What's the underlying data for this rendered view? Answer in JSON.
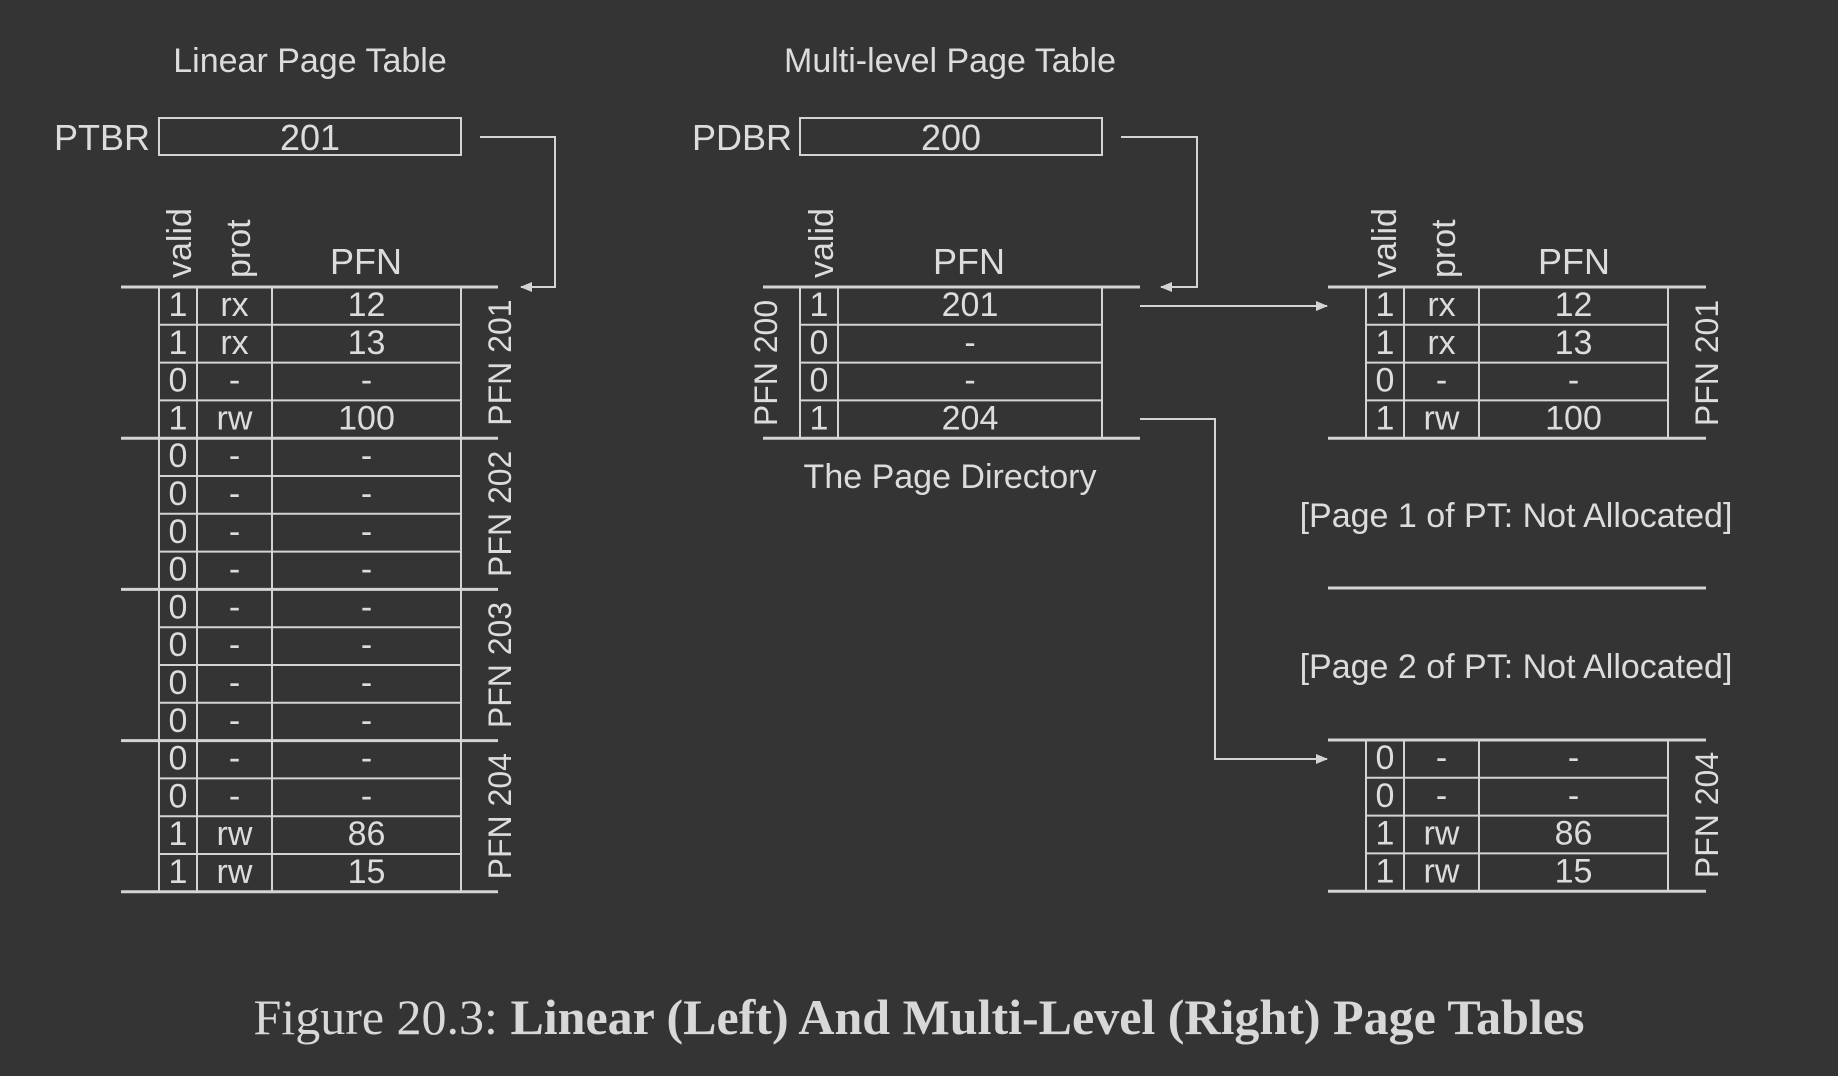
{
  "colors": {
    "background": "#343434",
    "ink": "#d4d4d4"
  },
  "linear": {
    "title": "Linear Page Table",
    "register_label": "PTBR",
    "register_value": "201",
    "headers": {
      "valid": "valid",
      "prot": "prot",
      "pfn": "PFN"
    },
    "page_labels": [
      "PFN 201",
      "PFN 202",
      "PFN 203",
      "PFN 204"
    ],
    "rows": [
      [
        "1",
        "rx",
        "12"
      ],
      [
        "1",
        "rx",
        "13"
      ],
      [
        "0",
        "-",
        "-"
      ],
      [
        "1",
        "rw",
        "100"
      ],
      [
        "0",
        "-",
        "-"
      ],
      [
        "0",
        "-",
        "-"
      ],
      [
        "0",
        "-",
        "-"
      ],
      [
        "0",
        "-",
        "-"
      ],
      [
        "0",
        "-",
        "-"
      ],
      [
        "0",
        "-",
        "-"
      ],
      [
        "0",
        "-",
        "-"
      ],
      [
        "0",
        "-",
        "-"
      ],
      [
        "0",
        "-",
        "-"
      ],
      [
        "0",
        "-",
        "-"
      ],
      [
        "1",
        "rw",
        "86"
      ],
      [
        "1",
        "rw",
        "15"
      ]
    ]
  },
  "multilevel": {
    "title": "Multi-level Page Table",
    "register_label": "PDBR",
    "register_value": "200",
    "directory": {
      "headers": {
        "valid": "valid",
        "pfn": "PFN"
      },
      "side_label": "PFN 200",
      "caption": "The Page Directory",
      "rows": [
        [
          "1",
          "201"
        ],
        [
          "0",
          "-"
        ],
        [
          "0",
          "-"
        ],
        [
          "1",
          "204"
        ]
      ]
    },
    "pages": [
      {
        "headers": {
          "valid": "valid",
          "prot": "prot",
          "pfn": "PFN"
        },
        "side_label": "PFN 201",
        "rows": [
          [
            "1",
            "rx",
            "12"
          ],
          [
            "1",
            "rx",
            "13"
          ],
          [
            "0",
            "-",
            "-"
          ],
          [
            "1",
            "rw",
            "100"
          ]
        ]
      },
      {
        "side_label": "PFN 204",
        "rows": [
          [
            "0",
            "-",
            "-"
          ],
          [
            "0",
            "-",
            "-"
          ],
          [
            "1",
            "rw",
            "86"
          ],
          [
            "1",
            "rw",
            "15"
          ]
        ]
      }
    ],
    "not_allocated": [
      "[Page 1 of PT: Not Allocated]",
      "[Page 2 of PT: Not Allocated]"
    ]
  },
  "caption": {
    "prefix": "Figure 20.3: ",
    "title": "Linear (Left) And Multi-Level (Right) Page Tables"
  }
}
